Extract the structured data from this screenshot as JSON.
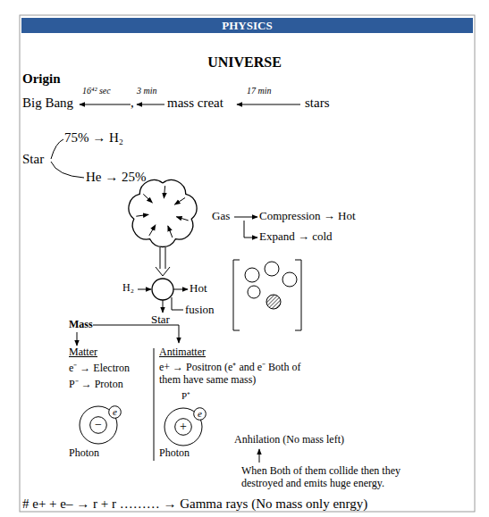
{
  "diagram": {
    "title": "UNIVERSE",
    "nodes": [
      {
        "text": [
          "PHYSICS"
        ]
      },
      {
        "text": [
          "−"
        ]
      },
      {
        "text": [
          "e"
        ]
      },
      {
        "text": [
          "+"
        ]
      },
      {
        "text": [
          "e"
        ]
      }
    ],
    "labels": [
      "Origin",
      "Big Bang",
      "16⁴² sec",
      ",",
      "3 min",
      "mass creat",
      "17 min",
      "stars",
      "75% → H₂",
      "Star",
      "He → 25%",
      "Gas",
      "Compression → Hot",
      "Expand → cold",
      "H₂",
      "Hot",
      "fusion",
      "Star",
      "Mass",
      "Matter",
      "e⁻ → Electron",
      "P⁻ → Proton",
      "Photon",
      "Antimatter",
      "e+ → Positron (e⁺ and e⁻ Both of them have same mass)",
      "P⁺",
      "Photon",
      "Anhilation (No mass left)",
      "When Both of them collide then they destroyed and emits huge energy.",
      "# e+ + e– → r + r ……… → Gamma rays (No mass only enrgy)"
    ]
  }
}
